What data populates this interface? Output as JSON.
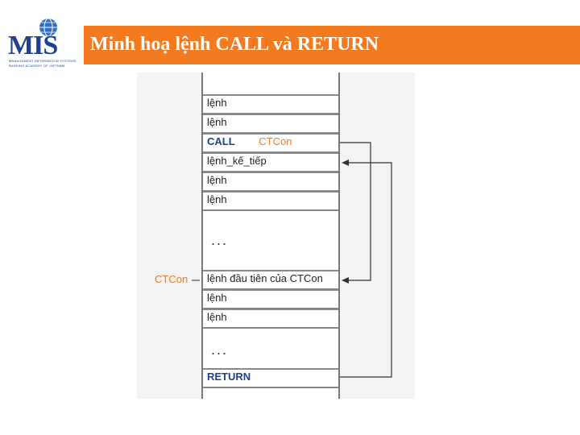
{
  "header": {
    "logo_text": "MIS",
    "logo_sub1": "MANAGEMENT INFORMATION SYSTEMS",
    "logo_sub2": "BANKING ACADEMY OF VIETNAM",
    "title": "Minh hoạ lệnh CALL và RETURN"
  },
  "diagram": {
    "cells": {
      "c1": "lệnh",
      "c2": "lệnh",
      "call_keyword": "CALL",
      "call_target": "CTCon",
      "c4": "lệnh_kế_tiếp",
      "c5": "lệnh",
      "c6": "lệnh",
      "dots1": "...",
      "c8": "lệnh đầu tiên của CTCon",
      "c9": "lệnh",
      "c10": "lệnh",
      "dots2": "...",
      "return_keyword": "RETURN"
    },
    "side_label": "CTCon"
  }
}
